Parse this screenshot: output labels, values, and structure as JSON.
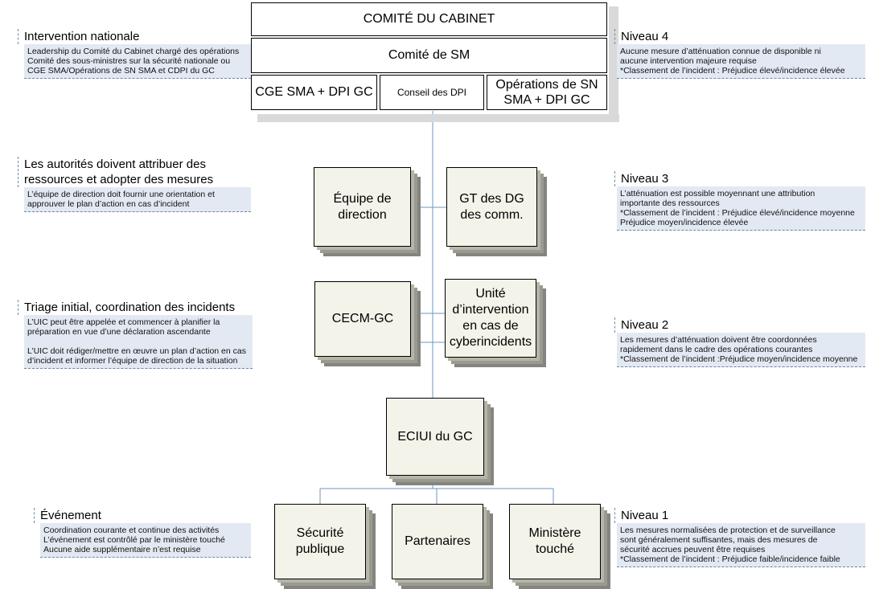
{
  "cabinet": {
    "top": "COMITÉ DU CABINET",
    "middle": "Comité de SM",
    "bottom_left": "CGE SMA + DPI GC",
    "bottom_center": "Conseil des DPI",
    "bottom_right": "Opérations de SN\nSMA + DPI GC"
  },
  "boxes": {
    "equipe": "Équipe de\ndirection",
    "gt": "GT des DG\ndes comm.",
    "cecm": "CECM-GC",
    "unite": "Unité\nd’intervention\nen cas de\ncyberincidents",
    "eciui": "ECIUI du GC",
    "securite": "Sécurité\npublique",
    "partenaires": "Partenaires",
    "ministere": "Ministère\ntouché"
  },
  "left": [
    {
      "title": "Intervention nationale",
      "desc": "Leadership du Comité du Cabinet chargé des opérations\nComité des sous-ministres sur la sécurité nationale ou\n CGE SMA/Opérations de SN SMA et CDPI du GC"
    },
    {
      "title": "Les autorités doivent attribuer des\nressources et adopter des mesures",
      "desc": "L’équipe de direction doit fournir une orientation et\napprouver le plan d’action en cas d’incident"
    },
    {
      "title": "Triage initial, coordination des incidents",
      "desc": "L’UIC peut être appelée et commencer à planifier la\npréparation en vue d’une déclaration ascendante\n\nL’UIC doit rédiger/mettre en œuvre un plan d’action en cas\nd’incident et informer l’équipe de direction de la situation"
    },
    {
      "title": "Événement",
      "desc": "Coordination courante et continue des activités\nL’événement est contrôlé par le ministère touché\nAucune aide supplémentaire n’est requise"
    }
  ],
  "right": [
    {
      "title": "Niveau 4",
      "desc": "Aucune mesure d’atténuation connue de disponible ni\naucune intervention majeure requise\n*Classement de l’incident : Préjudice élevé/incidence élevée"
    },
    {
      "title": "Niveau 3",
      "desc": "L’atténuation est possible moyennant une attribution\nimportante des ressources\n *Classement de l’incident : Préjudice élevé/incidence moyenne\n                                              Préjudice moyen/incidence élevée"
    },
    {
      "title": "Niveau 2",
      "desc": "Les mesures d’atténuation doivent être coordonnées\nrapidement dans le cadre des opérations courantes\n*Classement de l’incident :Préjudice moyen/incidence moyenne"
    },
    {
      "title": "Niveau 1",
      "desc": "Les mesures normalisées de protection et de surveillance\nsont généralement suffisantes, mais des mesures de\nsécurité accrues peuvent être requises\n*Classement de l’incident : Préjudice faible/incidence faible"
    }
  ],
  "colors": {
    "connector": "#6f96c2",
    "panel_bg": "#e3e9f2",
    "box_face": "#f3f3ea"
  }
}
